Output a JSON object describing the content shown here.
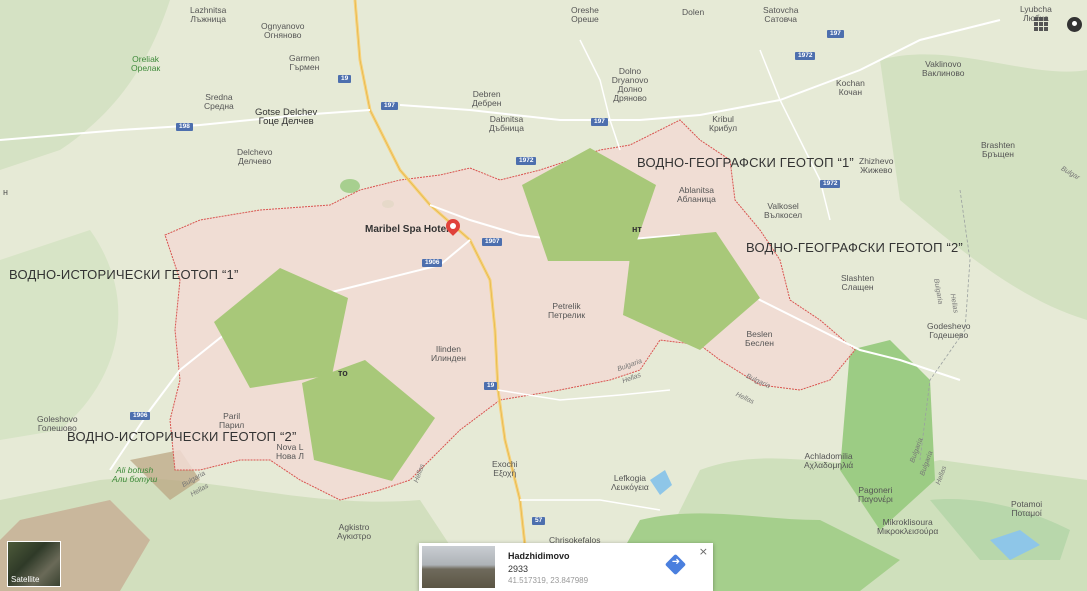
{
  "map": {
    "places": [
      {
        "id": "lazhnitsa",
        "latin": "Lazhnitsa",
        "local": "Лъжница"
      },
      {
        "id": "ognyanovo",
        "latin": "Ognyanovo",
        "local": "Огняново"
      },
      {
        "id": "oreshe",
        "latin": "Oreshe",
        "local": "Ореше"
      },
      {
        "id": "dolen",
        "latin": "Dolen",
        "local": ""
      },
      {
        "id": "satovcha",
        "latin": "Satovcha",
        "local": "Сатовча"
      },
      {
        "id": "lyubcha",
        "latin": "Lyubcha",
        "local": "Любча"
      },
      {
        "id": "oreliak",
        "latin": "Oreliak",
        "local": "Орелак"
      },
      {
        "id": "garmen",
        "latin": "Garmen",
        "local": "Гърмен"
      },
      {
        "id": "sredna",
        "latin": "Sredna",
        "local": "Средна"
      },
      {
        "id": "gotse",
        "latin": "Gotse Delchev",
        "local": "Гоце Делчев"
      },
      {
        "id": "debren",
        "latin": "Debren",
        "local": "Дебрен"
      },
      {
        "id": "dolno",
        "latin": "Dolno Dryanovo",
        "local": "Долно Дряново"
      },
      {
        "id": "vaklinovo",
        "latin": "Vaklinovo",
        "local": "Ваклиново"
      },
      {
        "id": "kochan",
        "latin": "Kochan",
        "local": "Кочан"
      },
      {
        "id": "dabnitsa",
        "latin": "Dabnitsa",
        "local": "Дъбница"
      },
      {
        "id": "kribul",
        "latin": "Kribul",
        "local": "Крибул"
      },
      {
        "id": "delchevo",
        "latin": "Delchevo",
        "local": "Делчево"
      },
      {
        "id": "brashten",
        "latin": "Brashten",
        "local": "Бръщен"
      },
      {
        "id": "zhizhevo",
        "latin": "Zhizhevo",
        "local": "Жижево"
      },
      {
        "id": "ablanitsa",
        "latin": "Ablanitsa",
        "local": "Абланица"
      },
      {
        "id": "valkosel",
        "latin": "Valkosel",
        "local": "Вълкосел"
      },
      {
        "id": "slashten",
        "latin": "Slashten",
        "local": "Слащен"
      },
      {
        "id": "petrelik",
        "latin": "Petrelik",
        "local": "Петрелик"
      },
      {
        "id": "ilinden",
        "latin": "Ilinden",
        "local": "Илинден"
      },
      {
        "id": "beslen",
        "latin": "Beslen",
        "local": "Беслен"
      },
      {
        "id": "godeshevo",
        "latin": "Godeshevo",
        "local": "Годешево"
      },
      {
        "id": "goleshovo",
        "latin": "Goleshovo",
        "local": "Голешово"
      },
      {
        "id": "paril",
        "latin": "Paril",
        "local": "Парил"
      },
      {
        "id": "nova",
        "latin": "Nova L",
        "local": "Нова Л"
      },
      {
        "id": "alibotush",
        "latin": "Ali botush",
        "local": "Али ботуш"
      },
      {
        "id": "exochi",
        "latin": "Exochi",
        "local": "Εξοχή"
      },
      {
        "id": "lefkogia",
        "latin": "Lefkogia",
        "local": "Λευκόγεια"
      },
      {
        "id": "achladomilia",
        "latin": "Achladomilia",
        "local": "Αχλαδομηλιά"
      },
      {
        "id": "pagoneri",
        "latin": "Pagoneri",
        "local": "Παγονέρι"
      },
      {
        "id": "potamoi",
        "latin": "Potamoi",
        "local": "Ποταμοί"
      },
      {
        "id": "mikroklisoura",
        "latin": "Mikroklisoura",
        "local": "Μικροκλεισούρα"
      },
      {
        "id": "agkistro",
        "latin": "Agkistro",
        "local": "Αγκιστρο"
      },
      {
        "id": "chrisokefalos",
        "latin": "Chrisokefalos",
        "local": ""
      }
    ],
    "geotopes": {
      "g1": "ВОДНО-ГЕОГРАФСКИ ГЕОТОП “1”",
      "g2": "ВОДНО-ГЕОГРАФСКИ ГЕОТОП “2”",
      "h1": "ВОДНО-ИСТОРИЧЕСКИ ГЕОТОП “1”",
      "h2": "ВОДНО-ИСТОРИЧЕСКИ ГЕОТОП “2”"
    },
    "roads": {
      "r19a": "19",
      "r19b": "19",
      "r197a": "197",
      "r197b": "197",
      "r197c": "197",
      "r198": "198",
      "r1972a": "1972",
      "r1972b": "1972",
      "r1972c": "1972",
      "r1907": "1907",
      "r1906a": "1906",
      "r1906b": "1906",
      "r57": "57"
    },
    "road_tags": {
      "bulgaria1": "Bulgaria",
      "hellas1": "Hellas",
      "bulgaria2": "Bulgaria",
      "hellas2": "Hellas",
      "bulgaria3": "Bulgaria",
      "hellas3": "Hellas",
      "bulgaria4": "Bulgaria",
      "hellas4": "Hellas",
      "hellas5": "Hellas",
      "bulgaria5": "Bulgaria",
      "hellas6": "Hellas",
      "bulgaria6": "Bulgaria",
      "bulgar7": "Bulgar"
    },
    "hotel": "Maribel Spa Hotel",
    "fragments": {
      "nt": "нт",
      "to": "то"
    },
    "left_edge": "н",
    "colors": {
      "polygon": "#a8c879",
      "boundary": "#d9534f",
      "region": "#f2dcd6"
    }
  },
  "controls": {
    "satellite_label": "Satellite",
    "apps_icon": "apps-grid-icon",
    "account_icon": "account-icon"
  },
  "info_card": {
    "title": "Hadzhidimovo",
    "subtitle": "2933",
    "coords": "41.517319, 23.847989",
    "close": "×",
    "directions_icon": "directions-icon"
  }
}
